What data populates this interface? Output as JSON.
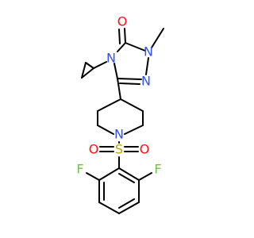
{
  "molecule": {
    "atoms": {
      "o_carbonyl": {
        "symbol": "O",
        "color": "#ff0d0d"
      },
      "n1_methyl": {
        "symbol": "N",
        "color": "#3050f8"
      },
      "n4_cyclopropyl": {
        "symbol": "N",
        "color": "#3050f8"
      },
      "n2_ring": {
        "symbol": "N",
        "color": "#3050f8"
      },
      "n_piperidine": {
        "symbol": "N",
        "color": "#3050f8"
      },
      "s_sulfonyl": {
        "symbol": "S",
        "color": "#b8a200"
      },
      "o_sulfonyl_left": {
        "symbol": "O",
        "color": "#ff0d0d"
      },
      "o_sulfonyl_right": {
        "symbol": "O",
        "color": "#ff0d0d"
      },
      "f_left": {
        "symbol": "F",
        "color": "#6fc54a"
      },
      "f_right": {
        "symbol": "F",
        "color": "#6fc54a"
      }
    },
    "bond_color": "#000000"
  }
}
